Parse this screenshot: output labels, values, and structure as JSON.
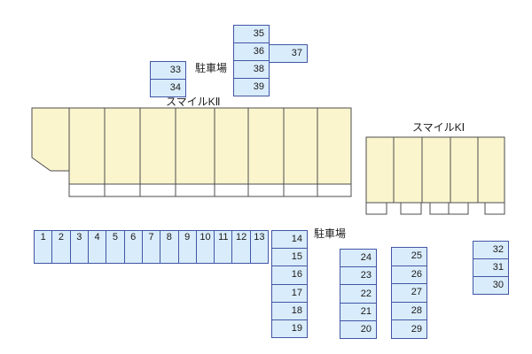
{
  "diagram": {
    "labels": {
      "parking_top": "駐車場",
      "parking_bottom": "駐車場",
      "building_k2": "スマイルKⅡ",
      "building_k1": "スマイルKⅠ"
    },
    "groups": {
      "top_column": [
        "35",
        "36",
        "38",
        "39"
      ],
      "side_cell": [
        "37"
      ],
      "pair_33_34": [
        "33",
        "34"
      ],
      "bottom_row": [
        "1",
        "2",
        "3",
        "4",
        "5",
        "6",
        "7",
        "8",
        "9",
        "10",
        "11",
        "12",
        "13"
      ],
      "col_14_19": [
        "14",
        "15",
        "16",
        "17",
        "18",
        "19"
      ],
      "col_24_20": [
        "24",
        "23",
        "22",
        "21",
        "20"
      ],
      "col_25_29": [
        "25",
        "26",
        "27",
        "28",
        "29"
      ],
      "col_32_30": [
        "32",
        "31",
        "30"
      ]
    },
    "colors": {
      "background": "#ffffff",
      "space_fill": "#d9ecfb",
      "space_border": "#4156a6",
      "building_fill": "#fbf5ce",
      "building_border": "#4d4d4d",
      "strip_fill": "#ffffff",
      "text": "#1a1a1a"
    }
  }
}
